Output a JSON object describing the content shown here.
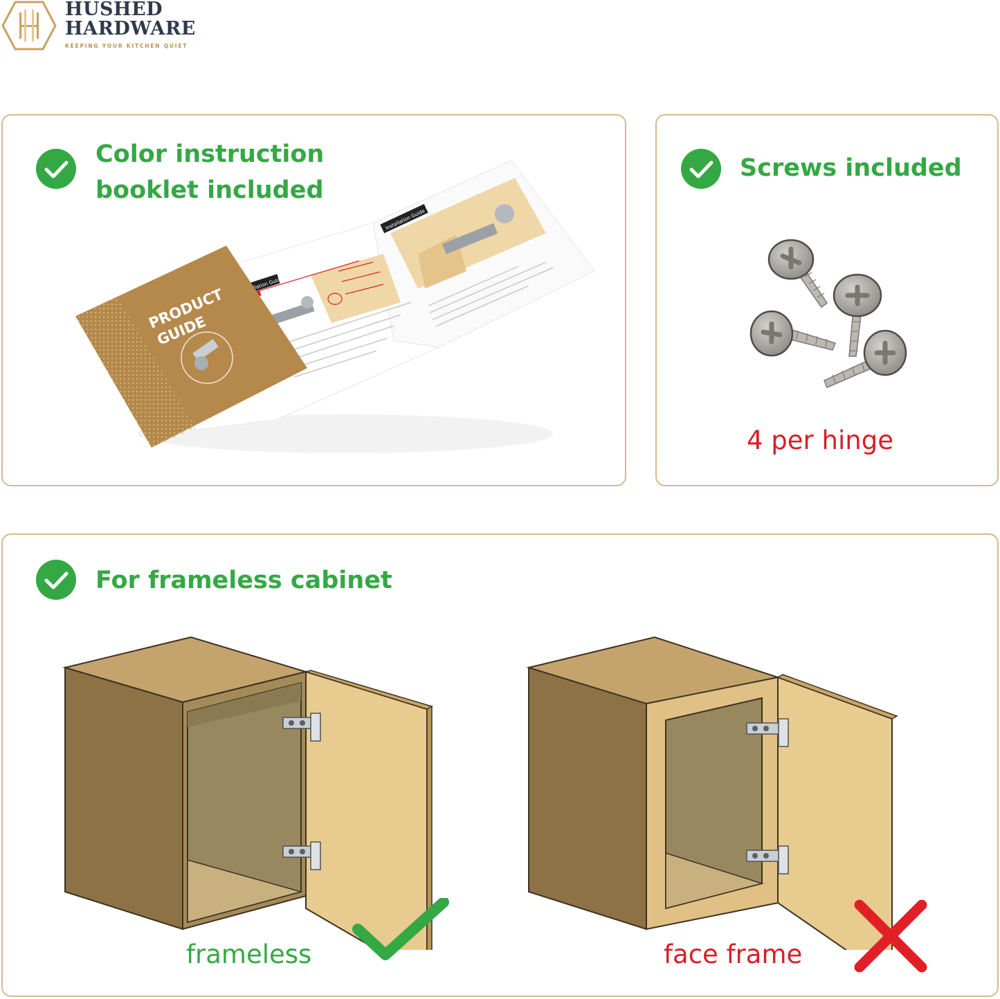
{
  "brand": {
    "name_line1": "HUSHED",
    "name_line2": "HARDWARE",
    "tagline": "KEEPING YOUR KITCHEN QUIET",
    "logo_letter": "H",
    "brand_color": "#2f3b4c",
    "accent_color": "#b8914d"
  },
  "booklet_card": {
    "heading_line1": "Color instruction",
    "heading_line2": "booklet included",
    "icon": "check-circle-icon",
    "booklet_cover_line1": "PRODUCT",
    "booklet_cover_line2": "GUIDE",
    "page_tab_left": "Installation Guide",
    "page_tab_right": "Installation Guide"
  },
  "screws_card": {
    "heading": "Screws included",
    "icon": "check-circle-icon",
    "caption": "4 per hinge"
  },
  "cabinet_card": {
    "heading": "For frameless cabinet",
    "icon": "check-circle-icon",
    "left_label": "frameless",
    "left_mark": "checkmark-icon",
    "right_label": "face frame",
    "right_mark": "cross-icon"
  },
  "colors": {
    "green": "#34a844",
    "red": "#d71f26",
    "card_border": "#d2bb8e",
    "wood_dark": "#8c7244",
    "wood_light": "#e8cb8f"
  }
}
